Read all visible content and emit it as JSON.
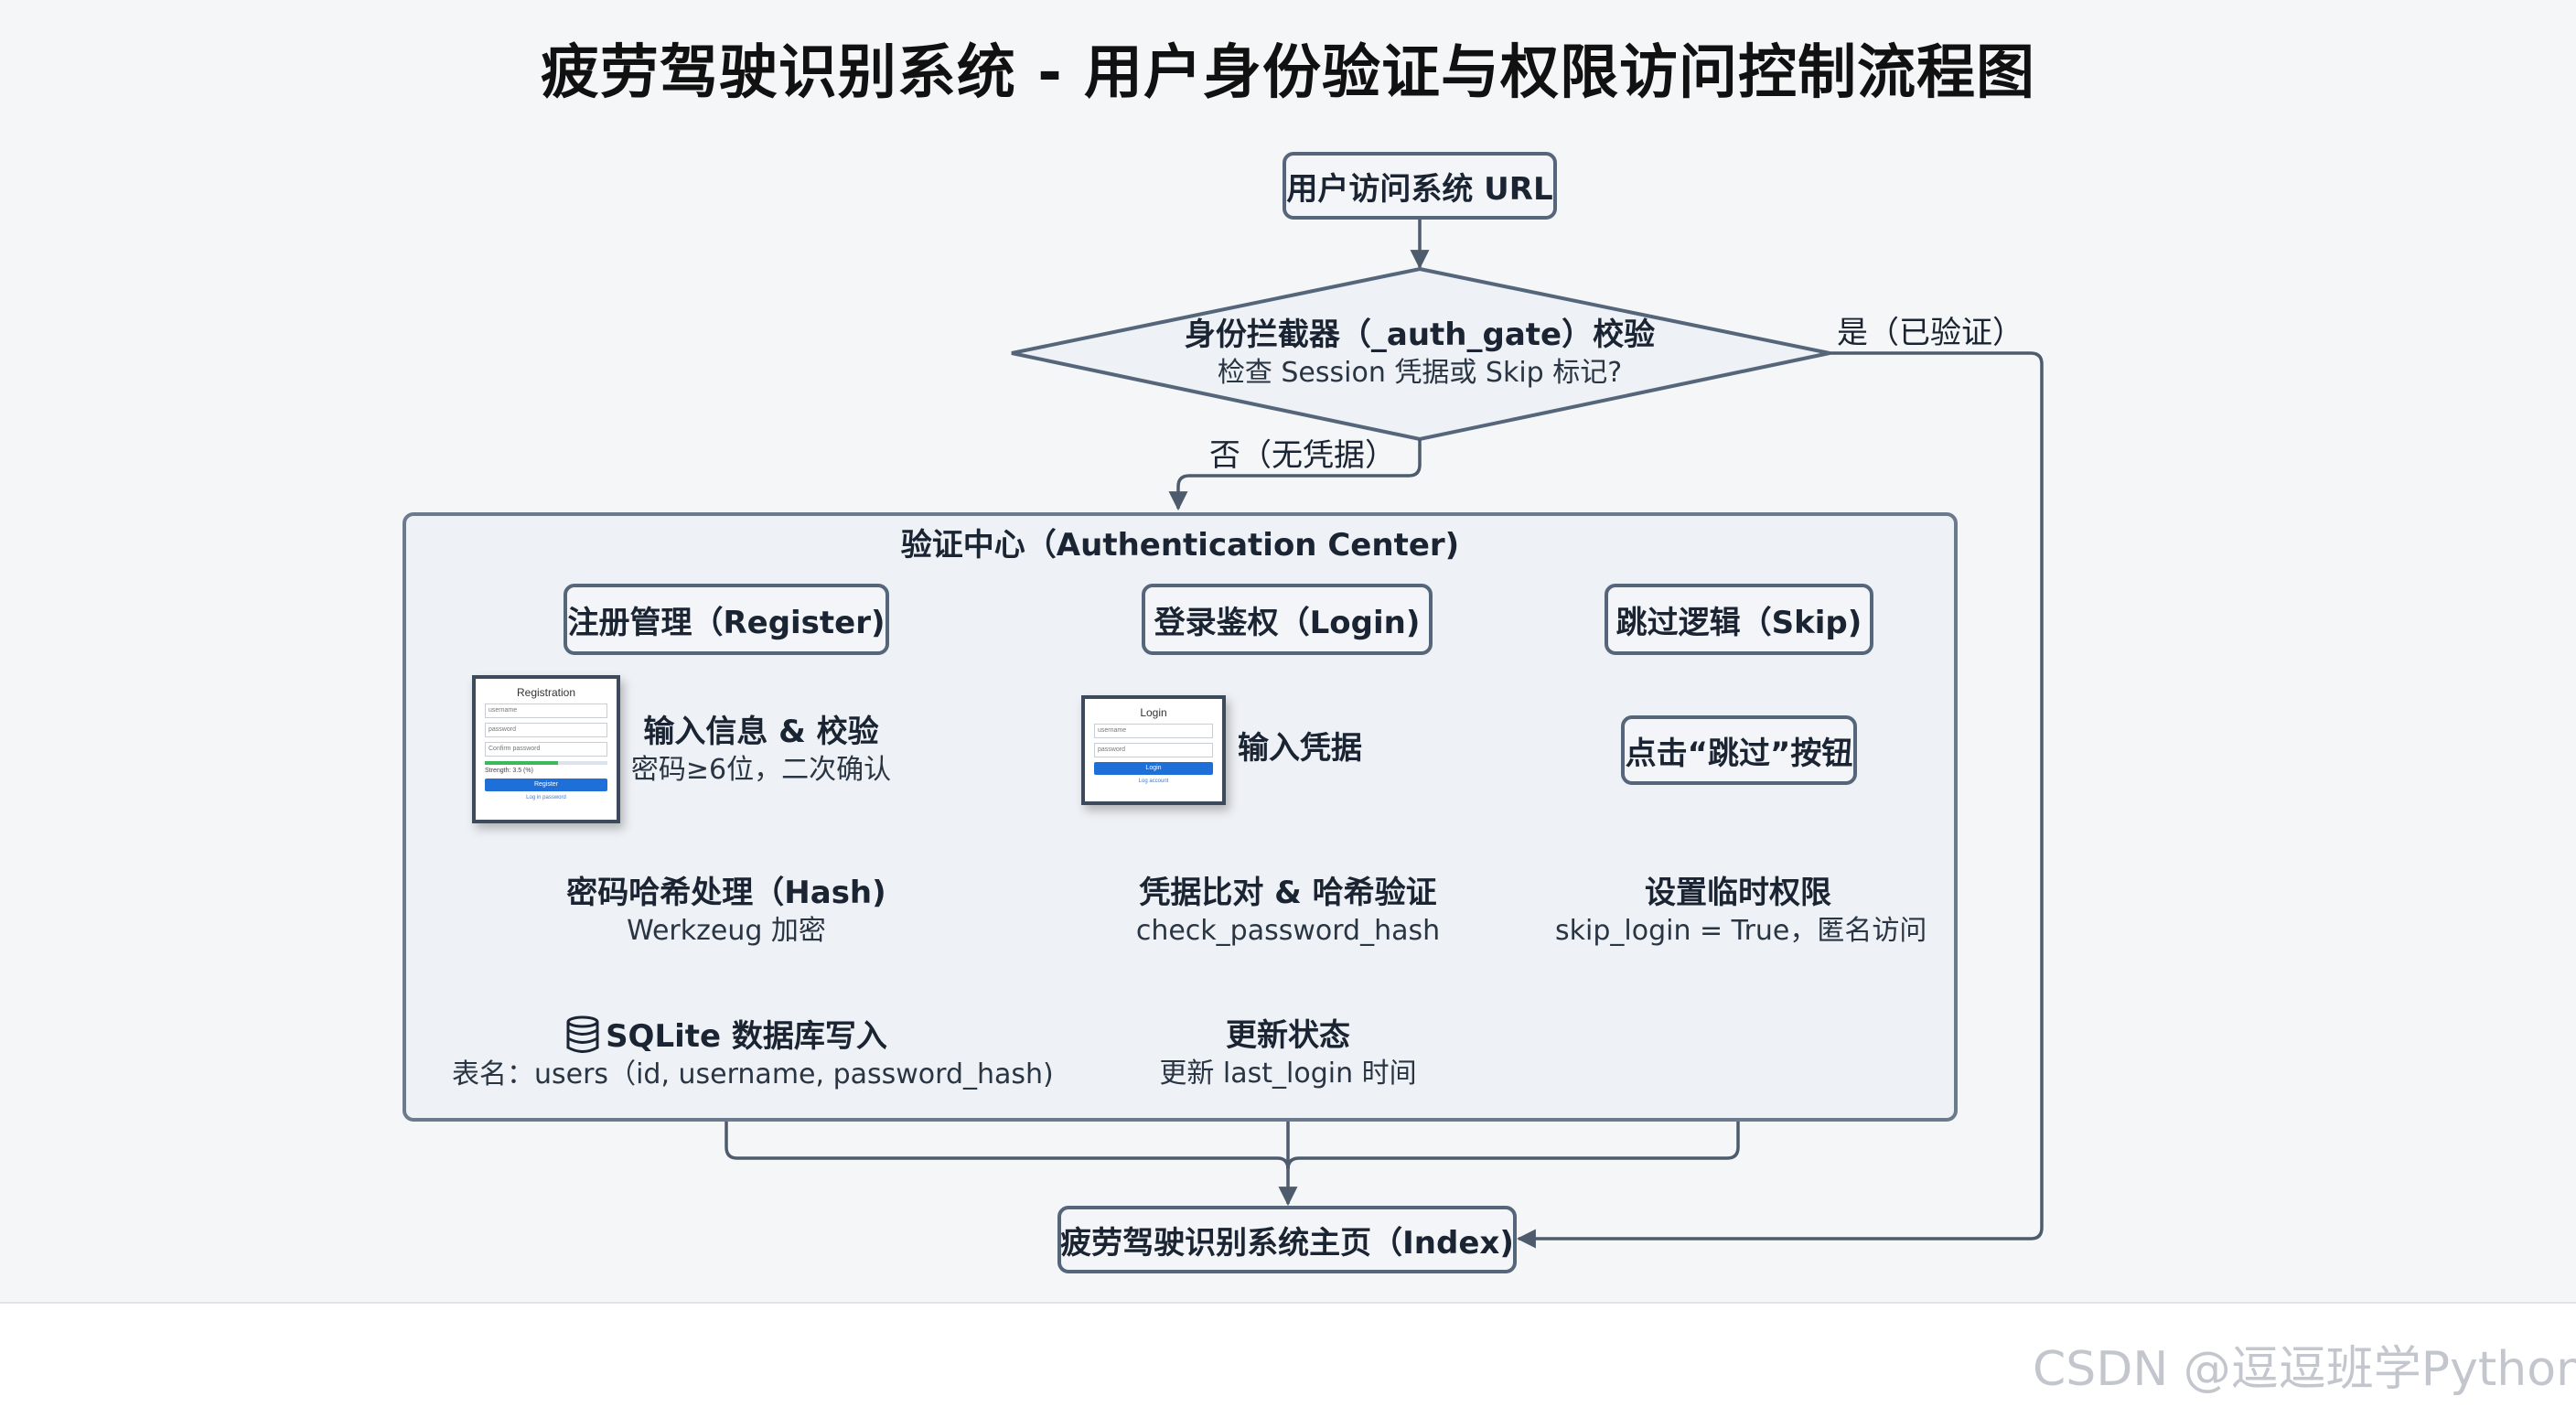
{
  "title": "疲劳驾驶识别系统 - 用户身份验证与权限访问控制流程图",
  "start_node": "用户访问系统 URL",
  "decision": {
    "main": "身份拦截器（_auth_gate）校验",
    "sub": "检查 Session 凭据或 Skip 标记?"
  },
  "edge_yes": "是（已验证）",
  "edge_no": "否（无凭据）",
  "auth_center": {
    "title": "验证中心（Authentication Center)",
    "register": {
      "header": "注册管理（Register)",
      "step1_main": "输入信息 & 校验",
      "step1_sub": "密码≥6位，二次确认",
      "step2_main": "密码哈希处理（Hash)",
      "step2_sub": "Werkzeug 加密",
      "step3_main": "SQLite 数据库写入",
      "step3_sub": "表名：users（id, username, password_hash)"
    },
    "login": {
      "header": "登录鉴权（Login)",
      "step1_main": "输入凭据",
      "step2_main": "凭据比对 & 哈希验证",
      "step2_sub": "check_password_hash",
      "step3_main": "更新状态",
      "step3_sub": "更新 last_login 时间"
    },
    "skip": {
      "header": "跳过逻辑（Skip)",
      "step1": "点击“跳过”按钮",
      "step2_main": "设置临时权限",
      "step2_sub": "skip_login = True，匿名访问"
    }
  },
  "end_node": "疲劳驾驶识别系统主页（Index)",
  "mock_register": {
    "title": "Registration",
    "field_username": "username",
    "field_password": "password",
    "field_confirm": "Confirm password",
    "strength": "Strength: 3.5 (%)",
    "strength_level": 0.6,
    "button": "Register",
    "link": "Log in password"
  },
  "mock_login": {
    "title": "Login",
    "field_username": "username",
    "field_password": "password",
    "button": "Login",
    "link": "Log account"
  },
  "watermark": "CSDN @逗逗班学Python",
  "colors": {
    "line": "#4d5b6d",
    "box_border": "#55657a",
    "panel_border": "#6b7a8d"
  }
}
